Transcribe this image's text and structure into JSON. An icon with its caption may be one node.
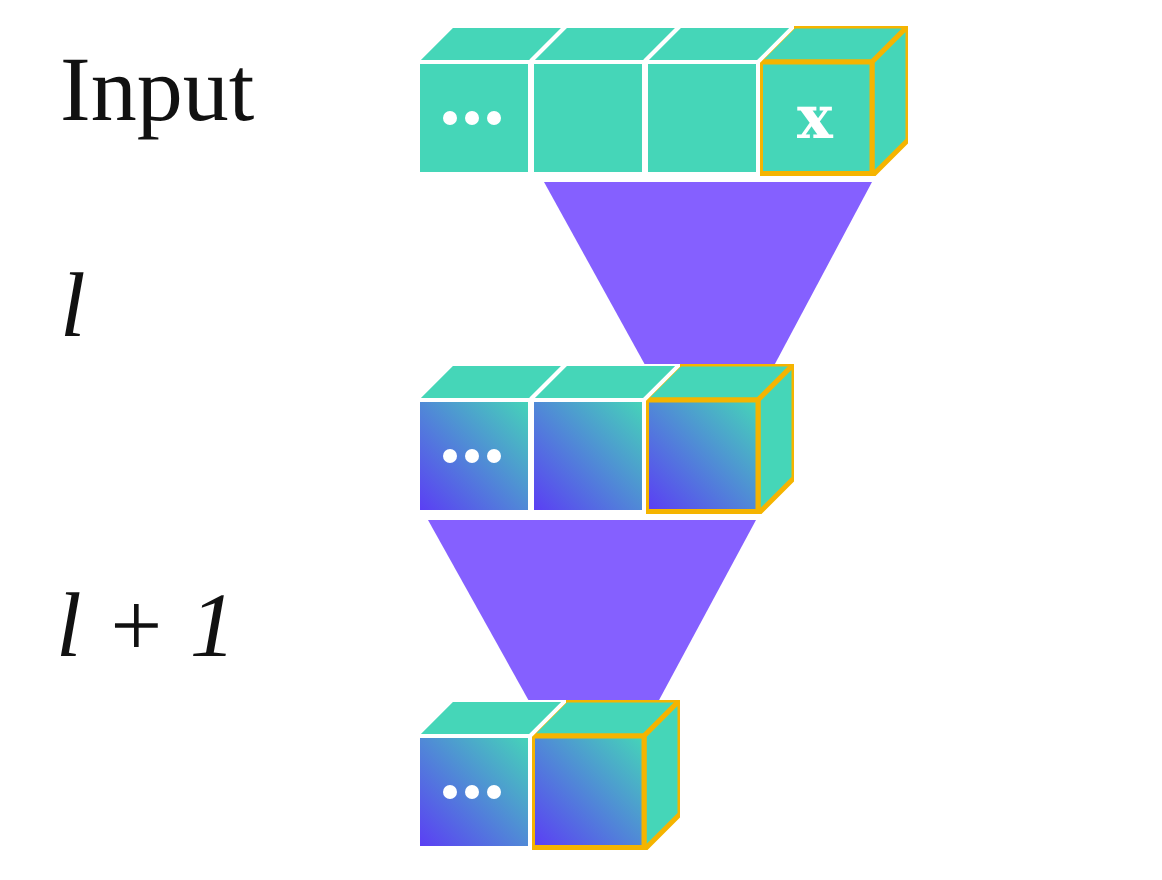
{
  "diagram": {
    "nodes": [
      {
        "text": [],
        "shape": "box"
      },
      {
        "text": [],
        "shape": "box"
      },
      {
        "text": [],
        "shape": "box"
      },
      {
        "text": [
          "x"
        ]
      },
      {
        "text": [],
        "shape": "box"
      },
      {
        "text": [],
        "shape": "box"
      },
      {
        "text": [],
        "shape": "box"
      },
      {
        "text": [],
        "shape": "box"
      },
      {
        "text": [],
        "shape": "box"
      }
    ],
    "labels": [
      "Input",
      "l",
      "l + 1"
    ]
  }
}
